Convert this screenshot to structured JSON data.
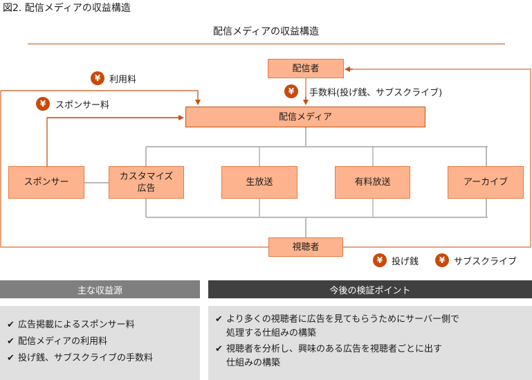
{
  "figure_title": "図2. 配信メディアの収益構造",
  "diagram_title": "配信メディアの収益構造",
  "colors": {
    "accent": "#c4510f",
    "box_fill": "#fdb48e",
    "box_border": "#e4793f",
    "yen_badge": "#c84a0c",
    "flow_line_light": "#e8a27c",
    "tree_line": "#b8b8b8",
    "panel_left_header": "#7f7f7f",
    "panel_right_header": "#404040",
    "panel_body": "#e0e0e0"
  },
  "nodes": {
    "distributor": "配信者",
    "media": "配信メディア",
    "sponsor": "スポンサー",
    "custom_ad": "カスタマイズ\n広告",
    "live": "生放送",
    "paid": "有料放送",
    "archive": "アーカイブ",
    "viewer": "視聴者"
  },
  "flows": {
    "usage_fee": "利用料",
    "sponsor_fee": "スポンサー料",
    "commission": "手数料(投げ銭、サブスクライブ)",
    "tip": "投げ銭",
    "subscribe": "サブスクライブ",
    "yen_symbol": "¥"
  },
  "panels": {
    "left": {
      "header": "主な収益源",
      "items": [
        "広告掲載によるスポンサー料",
        "配信メディアの利用料",
        "投げ銭、サブスクライブの手数料"
      ]
    },
    "right": {
      "header": "今後の検証ポイント",
      "items": [
        "より多くの視聴者に広告を見てもらうためにサーバー側で\n処理する仕組みの構築",
        "視聴者を分析し、興味のある広告を視聴者ごとに出す\n仕組みの構築"
      ]
    },
    "check_symbol": "✔"
  }
}
